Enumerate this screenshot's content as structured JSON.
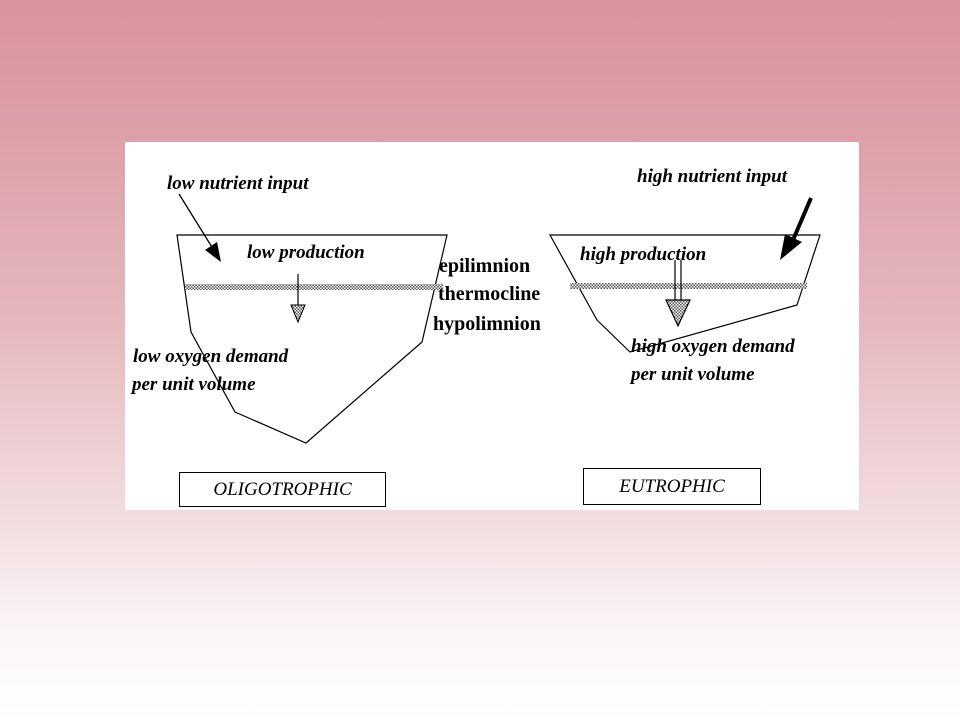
{
  "oligotrophic": {
    "input_label": "low nutrient input",
    "production_label": "low production",
    "demand_line1": "low oxygen demand",
    "demand_line2": "per unit volume",
    "title": "OLIGOTROPHIC"
  },
  "eutrophic": {
    "input_label": "high nutrient input",
    "production_label": "high production",
    "demand_line1": "high oxygen demand",
    "demand_line2": "per unit volume",
    "title": "EUTROPHIC"
  },
  "layers": {
    "epilimnion": "epilimnion",
    "thermocline": "thermocline",
    "hypolimnion": "hypolimnion"
  }
}
